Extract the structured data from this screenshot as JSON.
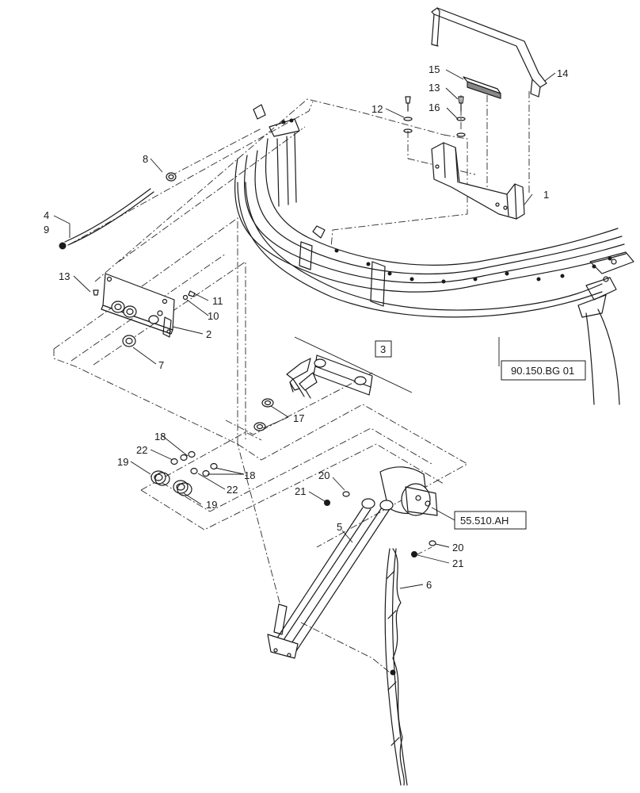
{
  "callouts": {
    "c1": "1",
    "c2": "2",
    "c3": "3",
    "c4": "4",
    "c5": "5",
    "c6": "6",
    "c7": "7",
    "c8": "8",
    "c9": "9",
    "c10": "10",
    "c11": "11",
    "c12": "12",
    "c13a": "13",
    "c13b": "13",
    "c14": "14",
    "c15": "15",
    "c16": "16",
    "c17": "17",
    "c18a": "18",
    "c18b": "18",
    "c19a": "19",
    "c19b": "19",
    "c20a": "20",
    "c20b": "20",
    "c21a": "21",
    "c21b": "21",
    "c22a": "22",
    "c22b": "22"
  },
  "references": {
    "frame_ref": "90.150.BG 01",
    "motor_ref": "55.510.AH"
  }
}
